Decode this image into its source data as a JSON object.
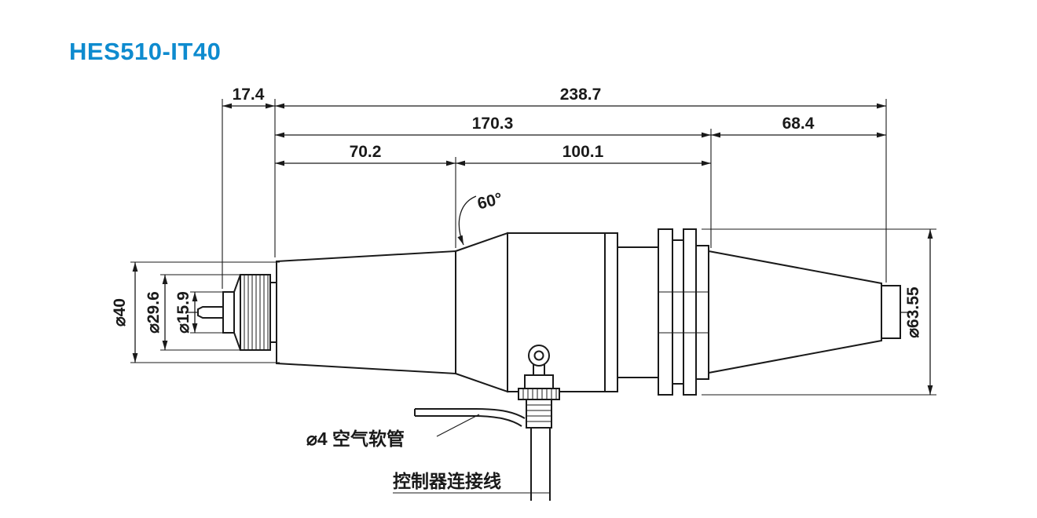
{
  "title": "HES510-IT40",
  "colors": {
    "accent": "#0e8bcf",
    "line": "#1a1a1a",
    "background": "#ffffff"
  },
  "dims": {
    "len_17_4": "17.4",
    "len_238_7": "238.7",
    "len_170_3": "170.3",
    "len_68_4": "68.4",
    "len_70_2": "70.2",
    "len_100_1": "100.1",
    "angle_60": "60°",
    "dia_40": "⌀40",
    "dia_29_6": "⌀29.6",
    "dia_15_9": "⌀15.9",
    "dia_63_55": "⌀63.55"
  },
  "callouts": {
    "air_hose": "⌀4 空气软管",
    "controller_cable": "控制器连接线"
  }
}
